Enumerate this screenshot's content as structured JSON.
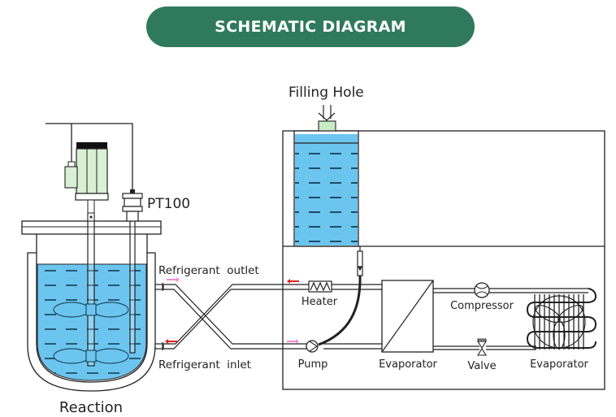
{
  "title": "SCHEMATIC DIAGRAM",
  "colors": {
    "title_bg": "#2f7a5e",
    "liquid": "#6cc5ef",
    "motor": "#d8f0d4",
    "outlet_arrow": "#f58ad0",
    "inlet_arrow": "#e02020"
  },
  "labels": {
    "filling_hole": "Filling Hole",
    "pt100": "PT100",
    "refrigerant_outlet": "Refrigerant  outlet",
    "refrigerant_inlet": "Refrigerant  inlet",
    "reaction": "Reaction",
    "heater": "Heater",
    "pump": "Pump",
    "evaporator_plate": "Evaporator",
    "compressor": "Compressor",
    "valve": "Valve",
    "evaporator_coil": "Evaporator"
  }
}
